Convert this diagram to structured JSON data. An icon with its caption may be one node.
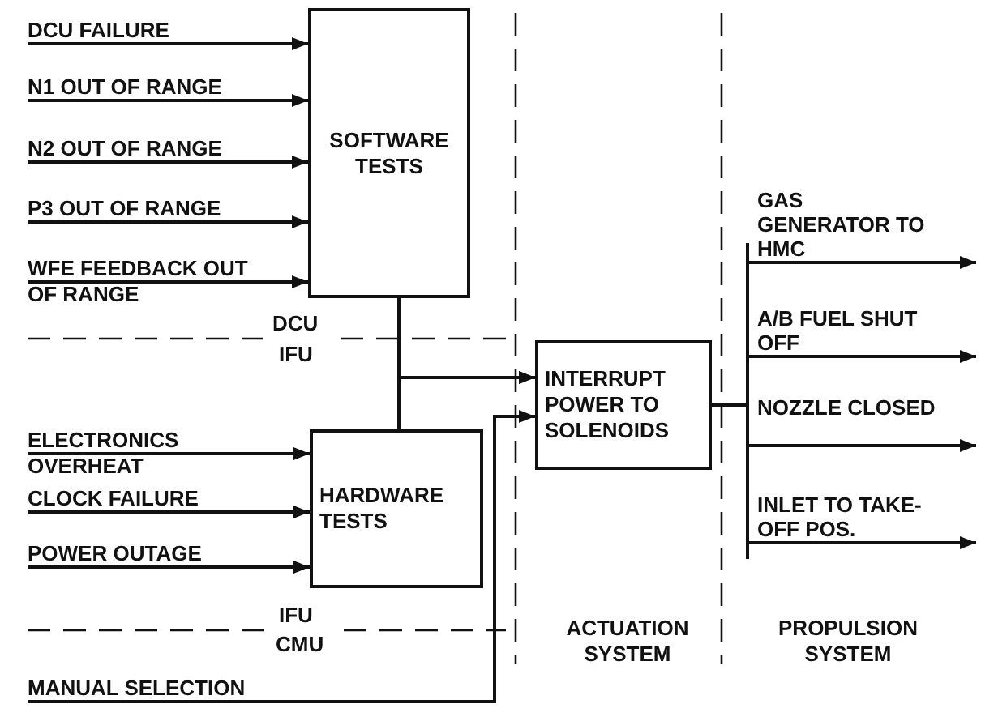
{
  "diagram": {
    "nodes": [
      {
        "text": [
          "DCU FAILURE"
        ]
      },
      {
        "text": [
          "N1 OUT OF RANGE"
        ]
      },
      {
        "text": [
          "N2 OUT OF RANGE"
        ]
      },
      {
        "text": [
          "P3 OUT OF RANGE"
        ]
      },
      {
        "text": [
          "WFE FEEDBACK OUT OF RANGE"
        ]
      },
      {
        "text": [
          "SOFTWARE TESTS"
        ]
      },
      {
        "text": [
          "ELECTRONICS OVERHEAT"
        ]
      },
      {
        "text": [
          "CLOCK FAILURE"
        ]
      },
      {
        "text": [
          "POWER OUTAGE"
        ]
      },
      {
        "text": [
          "HARDWARE TESTS"
        ]
      },
      {
        "text": [
          "MANUAL SELECTION"
        ]
      },
      {
        "text": [
          "INTERRUPT POWER TO SOLENOIDS"
        ]
      }
    ],
    "edges": [
      {
        "from": 0,
        "to": 5,
        "arrow": "to"
      },
      {
        "from": 1,
        "to": 5,
        "arrow": "to"
      },
      {
        "from": 2,
        "to": 5,
        "arrow": "to"
      },
      {
        "from": 3,
        "to": 5,
        "arrow": "to"
      },
      {
        "from": 4,
        "to": 5,
        "arrow": "to"
      },
      {
        "from": 6,
        "to": 9,
        "arrow": "to"
      },
      {
        "from": 7,
        "to": 9,
        "arrow": "to"
      },
      {
        "from": 8,
        "to": 9,
        "arrow": "to"
      },
      {
        "from": 5,
        "to": 11,
        "arrow": "to"
      },
      {
        "from": 9,
        "to": 11,
        "arrow": "to"
      },
      {
        "from": 10,
        "to": 11,
        "arrow": "to"
      },
      {
        "from": 11,
        "to": null,
        "arrow": "to",
        "label": "GAS GENERATOR TO HMC"
      },
      {
        "from": 11,
        "to": null,
        "arrow": "to",
        "label": "A/B FUEL SHUT OFF"
      },
      {
        "from": 11,
        "to": null,
        "arrow": "to",
        "label": "NOZZLE CLOSED"
      },
      {
        "from": 11,
        "to": null,
        "arrow": "to",
        "label": "INLET TO TAKE-OFF POS."
      }
    ],
    "labels": [
      "DCU",
      "IFU",
      "IFU",
      "CMU",
      "ACTUATION SYSTEM",
      "PROPULSION SYSTEM"
    ]
  }
}
